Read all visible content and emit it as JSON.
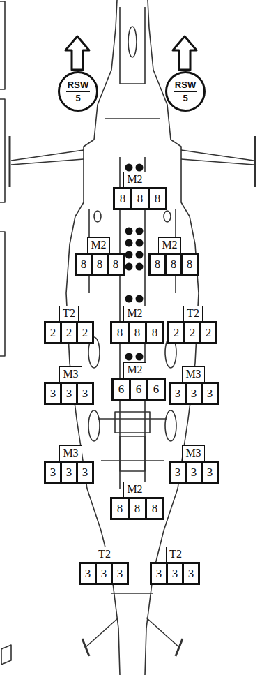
{
  "diagram": {
    "nodes": [
      {
        "text": [
          "RSW",
          "5"
        ]
      },
      {
        "text": [
          "RSW",
          "5"
        ]
      },
      {
        "text": [
          "M2"
        ]
      },
      {
        "text": [
          "8"
        ]
      },
      {
        "text": [
          "8"
        ]
      },
      {
        "text": [
          "8"
        ]
      },
      {
        "text": [
          "M2"
        ]
      },
      {
        "text": [
          "8"
        ]
      },
      {
        "text": [
          "8"
        ]
      },
      {
        "text": [
          "8"
        ]
      },
      {
        "text": [
          "M2"
        ]
      },
      {
        "text": [
          "8"
        ]
      },
      {
        "text": [
          "8"
        ]
      },
      {
        "text": [
          "8"
        ]
      },
      {
        "text": [
          "T2"
        ]
      },
      {
        "text": [
          "2"
        ]
      },
      {
        "text": [
          "2"
        ]
      },
      {
        "text": [
          "2"
        ]
      },
      {
        "text": [
          "M2"
        ]
      },
      {
        "text": [
          "8"
        ]
      },
      {
        "text": [
          "8"
        ]
      },
      {
        "text": [
          "8"
        ]
      },
      {
        "text": [
          "T2"
        ]
      },
      {
        "text": [
          "2"
        ]
      },
      {
        "text": [
          "2"
        ]
      },
      {
        "text": [
          "2"
        ]
      },
      {
        "text": [
          "M3"
        ]
      },
      {
        "text": [
          "3"
        ]
      },
      {
        "text": [
          "3"
        ]
      },
      {
        "text": [
          "3"
        ]
      },
      {
        "text": [
          "M2"
        ]
      },
      {
        "text": [
          "6"
        ]
      },
      {
        "text": [
          "6"
        ]
      },
      {
        "text": [
          "6"
        ]
      },
      {
        "text": [
          "M3"
        ]
      },
      {
        "text": [
          "3"
        ]
      },
      {
        "text": [
          "3"
        ]
      },
      {
        "text": [
          "3"
        ]
      },
      {
        "text": [
          "M3"
        ]
      },
      {
        "text": [
          "3"
        ]
      },
      {
        "text": [
          "3"
        ]
      },
      {
        "text": [
          "3"
        ]
      },
      {
        "text": [
          "M3"
        ]
      },
      {
        "text": [
          "3"
        ]
      },
      {
        "text": [
          "3"
        ]
      },
      {
        "text": [
          "3"
        ]
      },
      {
        "text": [
          "M2"
        ]
      },
      {
        "text": [
          "8"
        ]
      },
      {
        "text": [
          "8"
        ]
      },
      {
        "text": [
          "8"
        ]
      },
      {
        "text": [
          "T2"
        ]
      },
      {
        "text": [
          "3"
        ]
      },
      {
        "text": [
          "3"
        ]
      },
      {
        "text": [
          "3"
        ]
      },
      {
        "text": [
          "T2"
        ]
      },
      {
        "text": [
          "3"
        ]
      },
      {
        "text": [
          "3"
        ]
      },
      {
        "text": [
          "3"
        ]
      }
    ]
  }
}
